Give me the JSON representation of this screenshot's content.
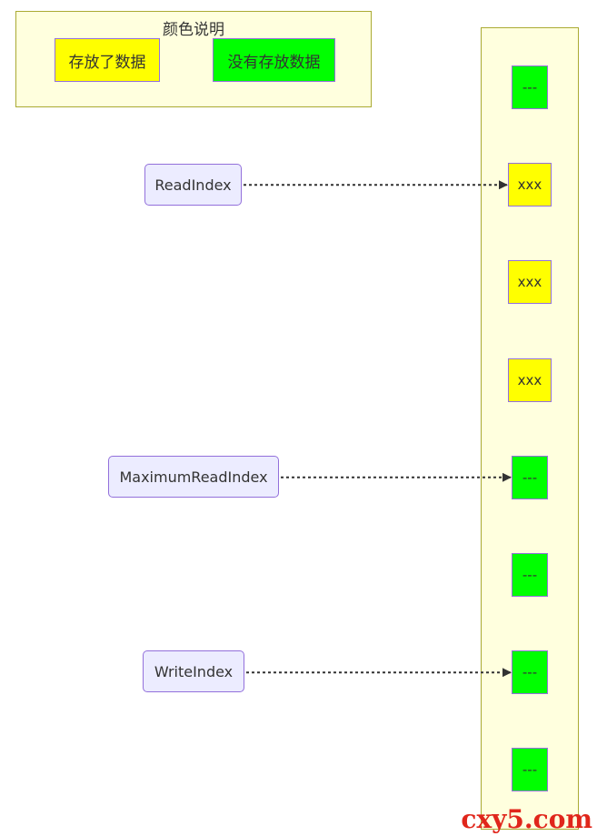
{
  "legend": {
    "title": "颜色说明",
    "stored_label": "存放了数据",
    "empty_label": "没有存放数据"
  },
  "colors": {
    "stored": "#ffff00",
    "empty": "#00ff00",
    "pointer_fill": "#ececff",
    "border": "#9370db",
    "group_fill": "#ffffde",
    "arrow": "#333333"
  },
  "slots": [
    {
      "state": "empty",
      "text": "---"
    },
    {
      "state": "stored",
      "text": "xxx"
    },
    {
      "state": "stored",
      "text": "xxx"
    },
    {
      "state": "stored",
      "text": "xxx"
    },
    {
      "state": "empty",
      "text": "---"
    },
    {
      "state": "empty",
      "text": "---"
    },
    {
      "state": "empty",
      "text": "---"
    },
    {
      "state": "empty",
      "text": "---"
    }
  ],
  "pointers": [
    {
      "label": "ReadIndex",
      "target_slot": 1
    },
    {
      "label": "MaximumReadIndex",
      "target_slot": 4
    },
    {
      "label": "WriteIndex",
      "target_slot": 6
    }
  ],
  "watermark": "cxy5.com"
}
